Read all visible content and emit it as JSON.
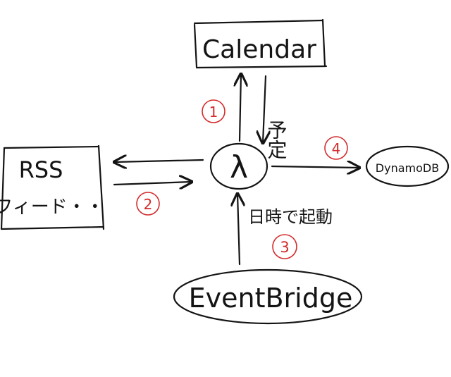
{
  "nodes": {
    "calendar": {
      "label": "Calendar"
    },
    "rss": {
      "line1": "RSS",
      "line2": "フィード・・"
    },
    "lambda": {
      "label": "λ"
    },
    "dynamodb": {
      "label": "DynamoDB"
    },
    "eventbridge": {
      "label": "EventBridge"
    }
  },
  "labels": {
    "calendar_down": "予定",
    "eventbridge_up": "日時で起動"
  },
  "steps": {
    "s1": "1",
    "s2": "2",
    "s3": "3",
    "s4": "4"
  },
  "colors": {
    "ink": "#141414",
    "marker_red": "#d42a2a",
    "background": "#ffffff"
  }
}
